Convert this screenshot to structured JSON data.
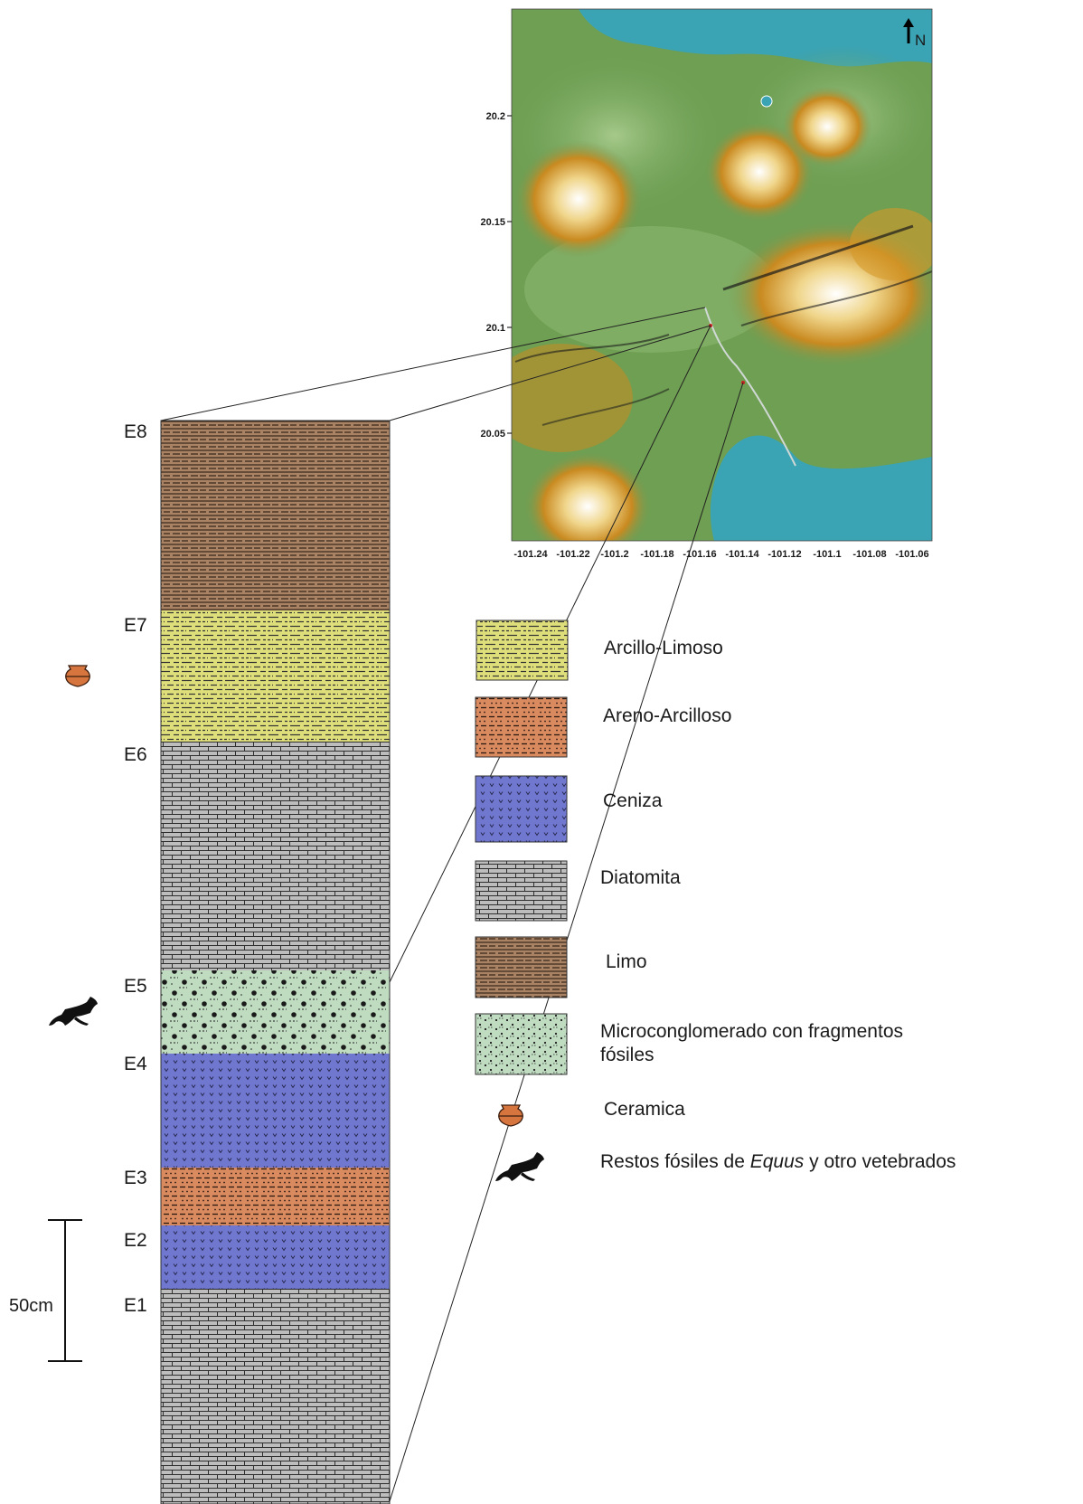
{
  "map": {
    "north_label": "N",
    "lat_ticks": [
      "20.2",
      "20.15",
      "20.1",
      "20.05"
    ],
    "lon_ticks": [
      "-101.24",
      "-101.22",
      "-101.2",
      "-101.18",
      "-101.16",
      "-101.14",
      "-101.12",
      "-101.1",
      "-101.08",
      "-101.06"
    ]
  },
  "column": {
    "scale_label": "50cm",
    "strata": [
      {
        "id": "E1",
        "label": "E1",
        "lithology": "Diatomita"
      },
      {
        "id": "E2",
        "label": "E2",
        "lithology": "Ceniza"
      },
      {
        "id": "E3",
        "label": "E3",
        "lithology": "Areno-Arcilloso"
      },
      {
        "id": "E4",
        "label": "E4",
        "lithology": "Ceniza"
      },
      {
        "id": "E5",
        "label": "E5",
        "lithology": "Microconglomerado con fragmentos fósiles"
      },
      {
        "id": "E6",
        "label": "E6",
        "lithology": "Diatomita"
      },
      {
        "id": "E7",
        "label": "E7",
        "lithology": "Arcillo-Limoso"
      },
      {
        "id": "E8",
        "label": "E8",
        "lithology": "Limo"
      }
    ],
    "markers": [
      {
        "stratum": "E7",
        "symbol": "ceramic-pot-icon"
      },
      {
        "stratum": "E5",
        "symbol": "horse-fossil-icon"
      }
    ]
  },
  "legend": {
    "items": [
      {
        "label": "Arcillo-Limoso",
        "color": "#dede7a"
      },
      {
        "label": "Areno-Arcilloso",
        "color": "#d98a5f"
      },
      {
        "label": "Ceniza",
        "color": "#6f77cf"
      },
      {
        "label": "Diatomita",
        "color": "#bdbdbd"
      },
      {
        "label": "Limo",
        "color": "#a98363"
      },
      {
        "label_line1": "Microconglomerado con fragmentos",
        "label_line2": "fósiles",
        "color": "#bfdbc0"
      }
    ],
    "ceramica_label": "Ceramica",
    "fossil_label_pre": "Restos fósiles de ",
    "fossil_label_italic": "Equus",
    "fossil_label_post": " y otro vetebrados"
  }
}
